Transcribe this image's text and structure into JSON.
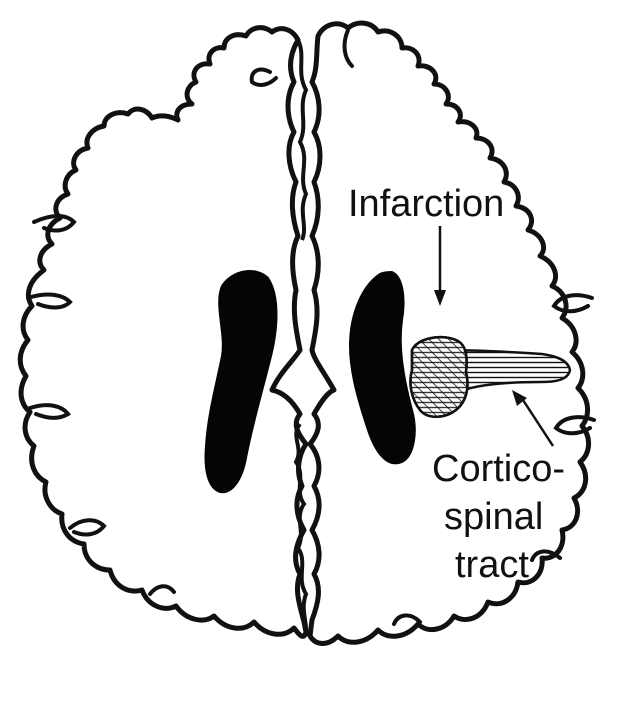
{
  "labels": {
    "infarction": "Infarction",
    "corticospinal_line1": "Cortico-",
    "corticospinal_line2": "spinal",
    "corticospinal_line3": "tract"
  },
  "colors": {
    "outline": "#111111",
    "ventricle_fill": "#050505",
    "background": "#ffffff"
  }
}
